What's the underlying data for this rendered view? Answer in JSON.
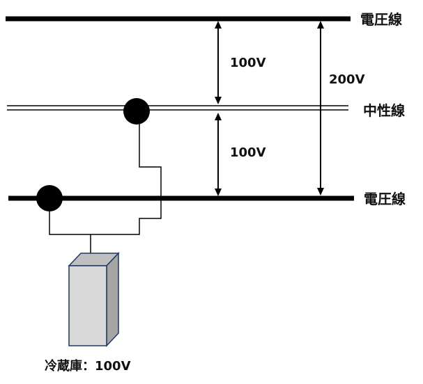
{
  "wires": {
    "top": "電圧線",
    "neutral": "中性線",
    "bottom": "電圧線"
  },
  "voltages": {
    "upper": "100V",
    "lower": "100V",
    "total": "200V"
  },
  "appliance": {
    "label": "冷蔵庫：100V"
  },
  "colors": {
    "wire": "#000000",
    "fridge_front": "#d9d9d9",
    "fridge_side": "#a6a6a6",
    "fridge_outline": "#1f3864"
  }
}
